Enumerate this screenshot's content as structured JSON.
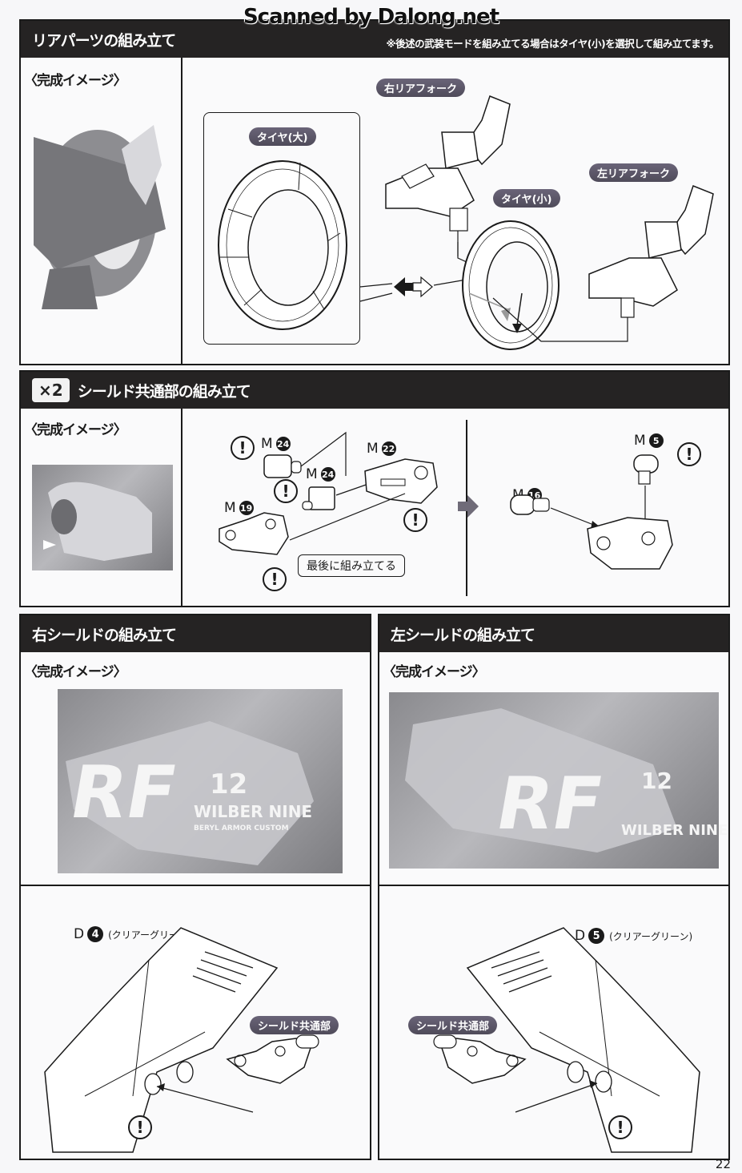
{
  "watermark": "Scanned by Dalong.net",
  "page_number": "22",
  "section_rear": {
    "title": "リアパーツの組み立て",
    "note": "※後述の武装モードを組み立てる場合はタイヤ(小)を選択して組み立てます。",
    "complete_image_label": "〈完成イメージ〉",
    "labels": {
      "tire_large": "タイヤ(大)",
      "tire_small": "タイヤ(小)",
      "right_fork": "右リアフォーク",
      "left_fork": "左リアフォーク"
    }
  },
  "section_shield_common": {
    "multiplier": "×2",
    "title": "シールド共通部の組み立て",
    "complete_image_label": "〈完成イメージ〉",
    "parts": [
      {
        "runner": "M",
        "number": "24"
      },
      {
        "runner": "M",
        "number": "24"
      },
      {
        "runner": "M",
        "number": "22"
      },
      {
        "runner": "M",
        "number": "19"
      },
      {
        "runner": "M",
        "number": "16"
      },
      {
        "runner": "M",
        "number": "5"
      }
    ],
    "callout": "最後に組み立てる",
    "warning_symbol": "!"
  },
  "section_right_shield": {
    "title": "右シールドの組み立て",
    "complete_image_label": "〈完成イメージ〉",
    "part": {
      "runner": "D",
      "number": "4",
      "color": "(クリアーグリーン)"
    },
    "common_label": "シールド共通部",
    "photo_text": {
      "big": "12",
      "name": "WILBER NINE",
      "sub": "BERYL ARMOR CUSTOM"
    }
  },
  "section_left_shield": {
    "title": "左シールドの組み立て",
    "complete_image_label": "〈完成イメージ〉",
    "part": {
      "runner": "D",
      "number": "5",
      "color": "(クリアーグリーン)"
    },
    "common_label": "シールド共通部",
    "photo_text": {
      "big": "12",
      "name": "WILBER NINE"
    }
  }
}
